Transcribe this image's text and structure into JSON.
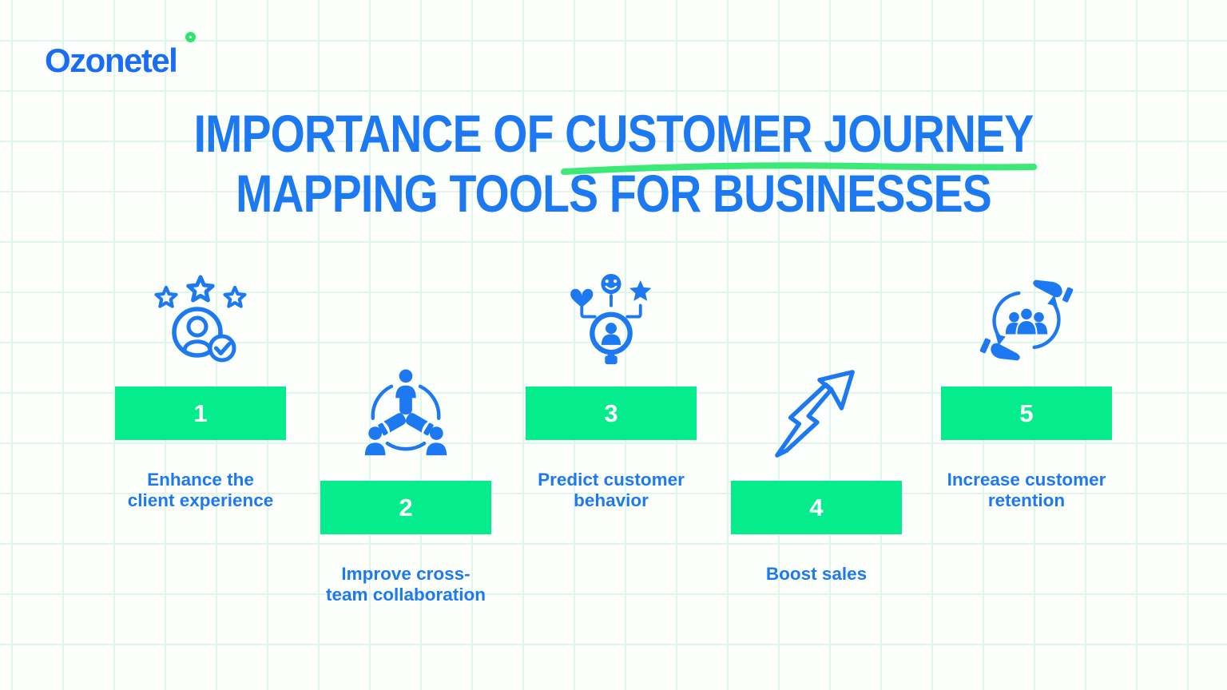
{
  "logo": {
    "text": "Ozonetel",
    "ring_icon": "green-ring-icon",
    "ring_color": "#2ee56e"
  },
  "title": {
    "line1_prefix": "IMPORTANCE OF ",
    "line1_highlight": "CUSTOMER JOURNEY",
    "line2": "MAPPING TOOLS FOR BUSINESSES"
  },
  "colors": {
    "text_blue": "#1d79f2",
    "box_green": "#05ec8d",
    "underline_green": "#3bea76",
    "grid_line": "#e0f5eb",
    "background": "#fdfffd"
  },
  "steps": [
    {
      "number": "1",
      "label": "Enhance the client experience",
      "icon": "customer-satisfaction-stars-icon",
      "position": "high"
    },
    {
      "number": "2",
      "label": "Improve cross-team collaboration",
      "icon": "team-collaboration-hands-icon",
      "position": "low"
    },
    {
      "number": "3",
      "label": "Predict customer behavior",
      "icon": "customer-behavior-magnifier-icon",
      "position": "high"
    },
    {
      "number": "4",
      "label": "Boost sales",
      "icon": "growth-lightning-arrow-icon",
      "position": "low"
    },
    {
      "number": "5",
      "label": "Increase customer retention",
      "icon": "customer-retention-hands-icon",
      "position": "high"
    }
  ]
}
